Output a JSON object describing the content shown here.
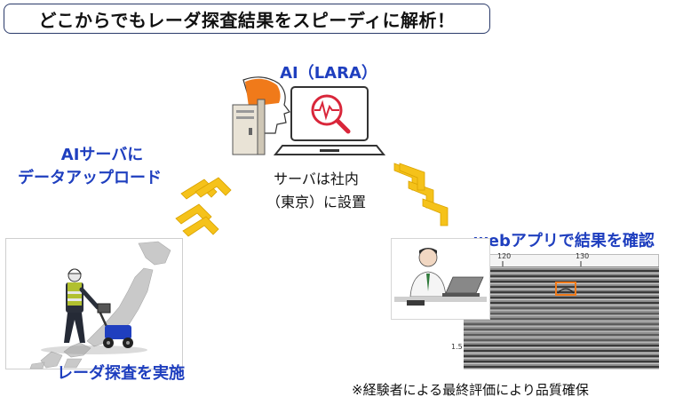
{
  "title": "どこからでもレーダ探査結果をスピーディに解析！",
  "ai_label": "AI（LARA）",
  "upload_label": [
    "AIサーバに",
    "データアップロード"
  ],
  "server_label": [
    "サーバは社内",
    "（東京）に設置"
  ],
  "webapp_label": "webアプリで結果を確認",
  "survey_label": "レーダ探査を実施",
  "note": "※経験者による最終評価により品質確保",
  "radar_ticks": [
    "120",
    "130"
  ],
  "radar_depth": "1.5",
  "colors": {
    "blue": "#1f3fbf",
    "arrow": "#f5c21a",
    "orange": "#f07a1a",
    "red": "#d9263a"
  }
}
